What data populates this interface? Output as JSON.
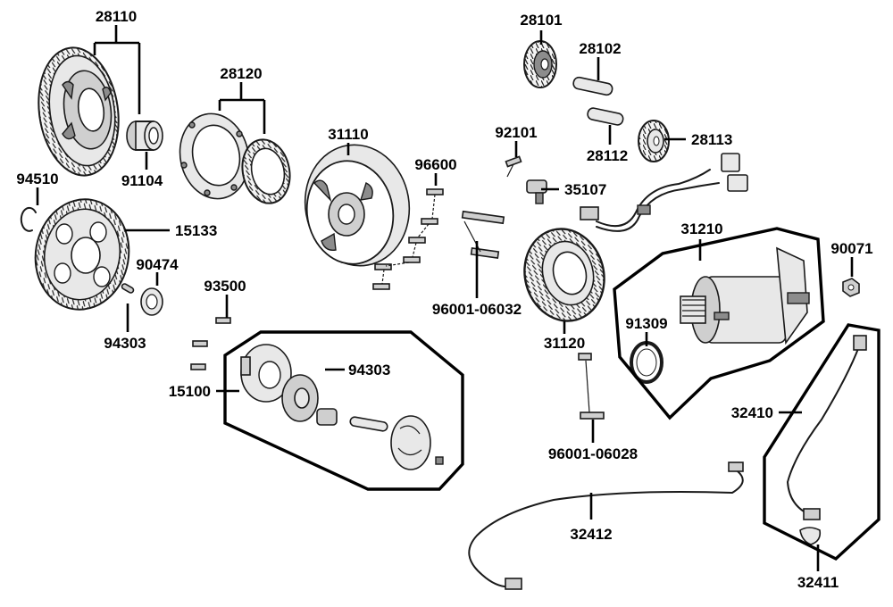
{
  "parts": {
    "p28110": "28110",
    "p91104": "91104",
    "p94510": "94510",
    "p15133": "15133",
    "p90474": "90474",
    "p94303a": "94303",
    "p28120": "28120",
    "p31110": "31110",
    "p96600": "96600",
    "p93500": "93500",
    "p15100": "15100",
    "p94303b": "94303",
    "p92101": "92101",
    "p35107": "35107",
    "p96001_06032": "96001-06032",
    "p28101": "28101",
    "p28102": "28102",
    "p28112": "28112",
    "p28113": "28113",
    "p31120": "31120",
    "p31210": "31210",
    "p90071": "90071",
    "p91309": "91309",
    "p32410": "32410",
    "p96001_06028": "96001-06028",
    "p32412": "32412",
    "p32411": "32411"
  }
}
